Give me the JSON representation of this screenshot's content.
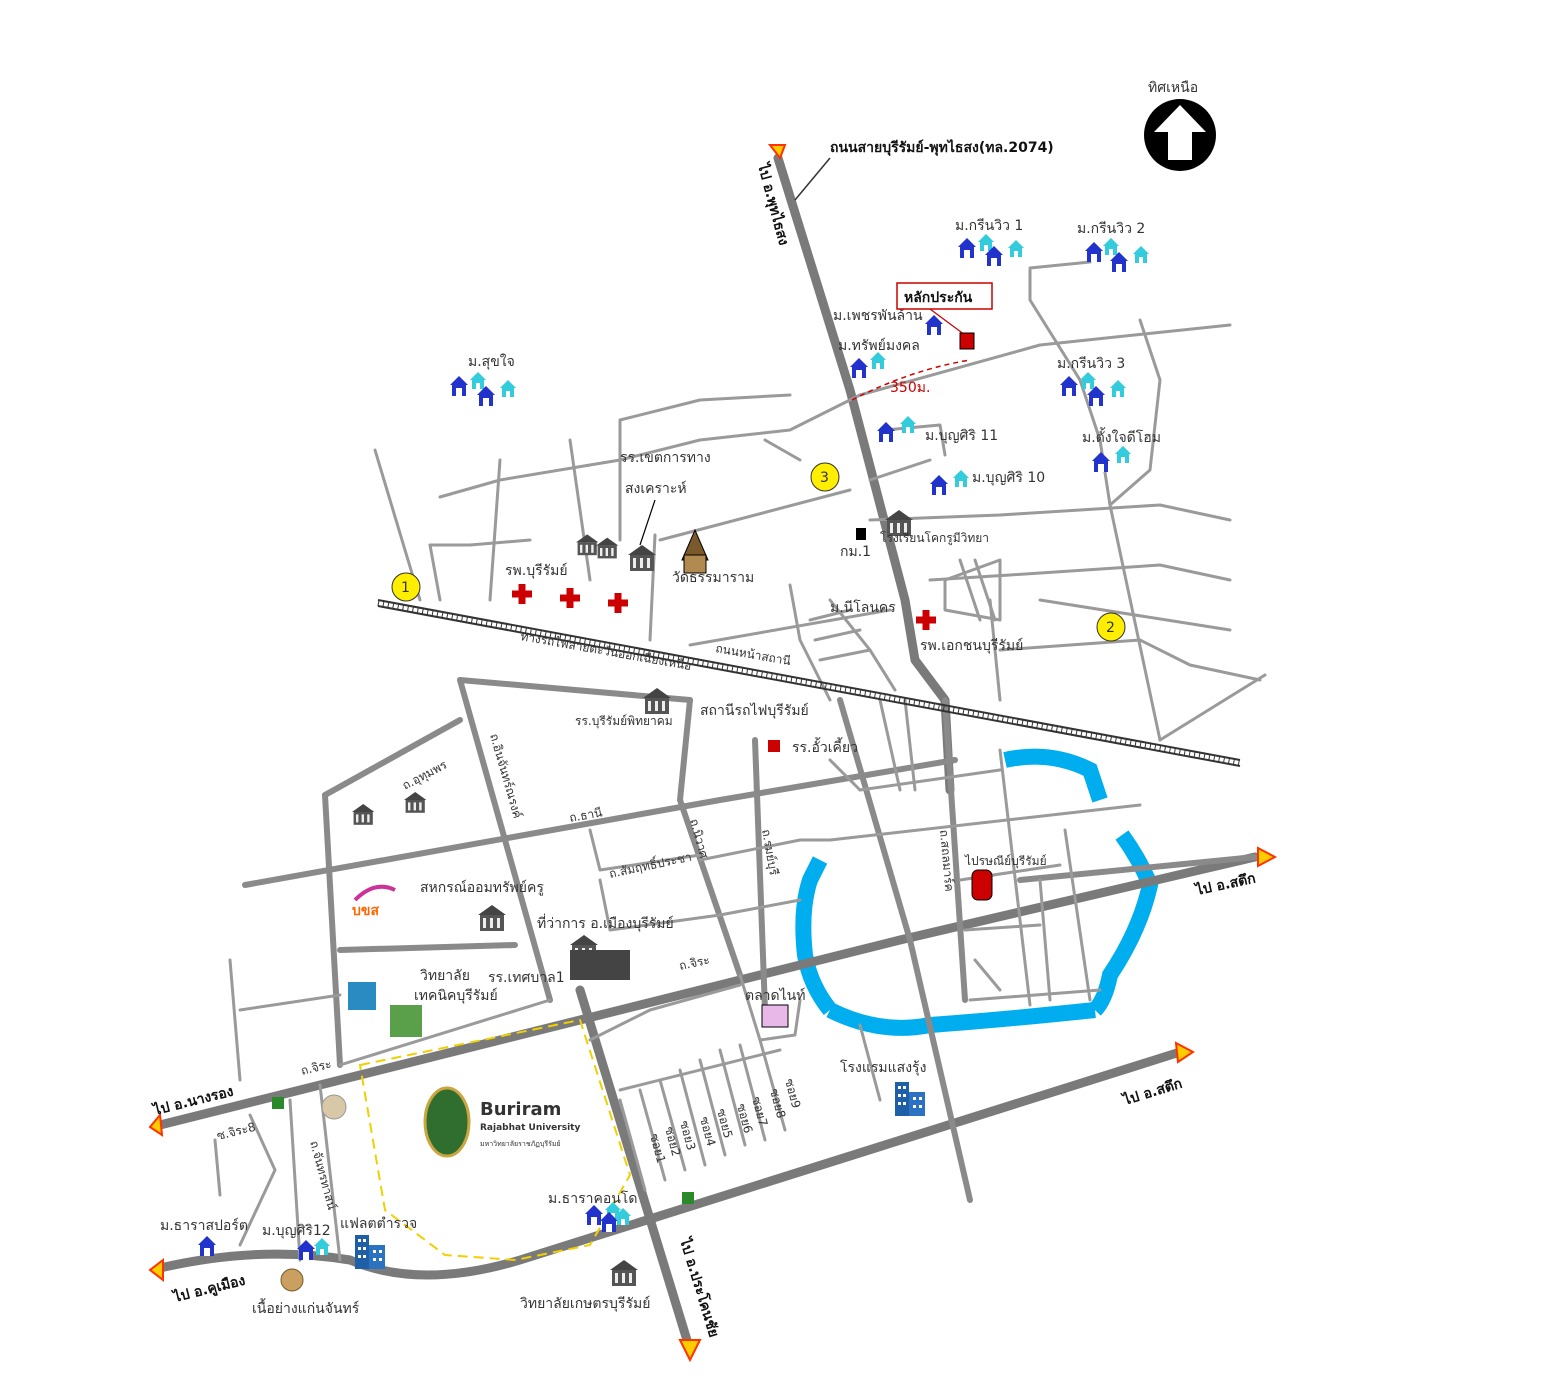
{
  "north": {
    "label": "ทิศเหนือ"
  },
  "highway_label": "ถนนสายบุรีรัมย์-พุทไธสง(ทล.2074)",
  "directions": {
    "phutthaisong": "ไป อ.พุทไธสง",
    "satuek_upper": "ไป อ.สตึก",
    "satuek_lower": "ไป อ.สตึก",
    "nang_rong": "ไป อ.นางรอง",
    "khu_mueang": "ไป อ.คูเมือง",
    "prakhon_chai": "ไป อ.ประโคนชัย"
  },
  "markers": {
    "one": "1",
    "two": "2",
    "three": "3"
  },
  "villages": {
    "green_view_1": "ม.กรีนวิว 1",
    "green_view_2": "ม.กรีนวิว 2",
    "green_view_3": "ม.กรีนวิว 3",
    "phet_phanlan": "ม.เพชรพันล้าน",
    "sap_mongkhon": "ม.ทรัพย์มงคล",
    "sukjai": "ม.สุขใจ",
    "boonsiri_11": "ม.บุญศิริ 11",
    "boonsiri_10": "ม.บุญศิริ 10",
    "tangjai_home": "ม.ตั้งใจดีโฮม",
    "nilon": "ม.นีโลนคร",
    "tara_city": "ม.ธาราคอนโด",
    "tara_sport": "ม.ธาราสปอร์ต",
    "boonsiri_12": "ม.บุญศิริ12"
  },
  "landmarks": {
    "guarantee_post": "หลักประกัน",
    "distance": "350ม.",
    "school_special": "รร.เขตการทาง สงเคราะห์",
    "hospital_buriram": "รพ.บุรีรัมย์",
    "wat_thammaram": "วัดธรรมาราม",
    "km1": "กม.1",
    "khru_witthaya": "โรงเรียนโคกรูมีวิทยา",
    "private_hospital": "รพ.เอกชนบุรีรัมย์",
    "railway_line": "ทางรถไฟสายตะวันออกเฉียงเหนือ",
    "station_road": "ถนนหน้าสถานี",
    "station": "สถานีรถไฟบุรีรัมย์",
    "pittayakhom": "รร.บุรีรัมย์พิทยาคม",
    "school_ua": "รร.อั้วเคี้ยว",
    "post_office": "ไปรษณีย์บุรีรัมย์",
    "coop": "สหกรณ์ออมทรัพย์ครู",
    "bks": "บขส",
    "district_office": "ที่ว่าการ อ.เมืองบุรีรัมย์",
    "tech_college": "วิทยาลัย เทคนิคบุรีรัมย์",
    "municipal_school": "รร.เทศบาล1",
    "market": "ตลาดไนท์",
    "hotel": "โรงแรมแสงรุ้ง",
    "police_flat": "แฟลตตำรวจ",
    "agri_college": "วิทยาลัยเกษตรบุรีรัมย์",
    "grill": "เนื้อย่างแก่นจันทร์",
    "university_name": "Buriram",
    "university_sub": "Rajabhat University",
    "university_thai": "มหาวิทยาลัยราชภัฏบุรีรัมย์"
  },
  "roads": {
    "u_thong": "ถ.อุทุมพร",
    "ar_rong": "ถ.อินจันทร์ณรงค์",
    "thani": "ถ.ธานี",
    "samakkhi": "ถ.สัมฤทธิ์ประชา",
    "niwat": "ถ.นิวาศ",
    "romburi": "ถ.รมย์บุรี",
    "jira": "ถ.จิระ",
    "jira_lower": "ถ.จิระ",
    "jira_8": "ซ.จิระ8",
    "sathorn": "ถ.สถลมาร์ค",
    "chanthorn": "ถ.จันทรทาสน์",
    "soi_1": "ซอย1",
    "soi_2": "ซอย2",
    "soi_3": "ซอย3",
    "soi_4": "ซอย4",
    "soi_5": "ซอย5",
    "soi_6": "ซอย6",
    "soi_7": "ซอย7",
    "soi_8": "ซอย8",
    "soi_9": "ซอย9"
  },
  "colors": {
    "road": "#8c8c8c",
    "moat": "#00aeef",
    "house_dark": "#2233cc",
    "house_light": "#33ccdd",
    "hospital": "#cc0000",
    "marker": "#ffee00",
    "arrow": "#ffcc00"
  }
}
